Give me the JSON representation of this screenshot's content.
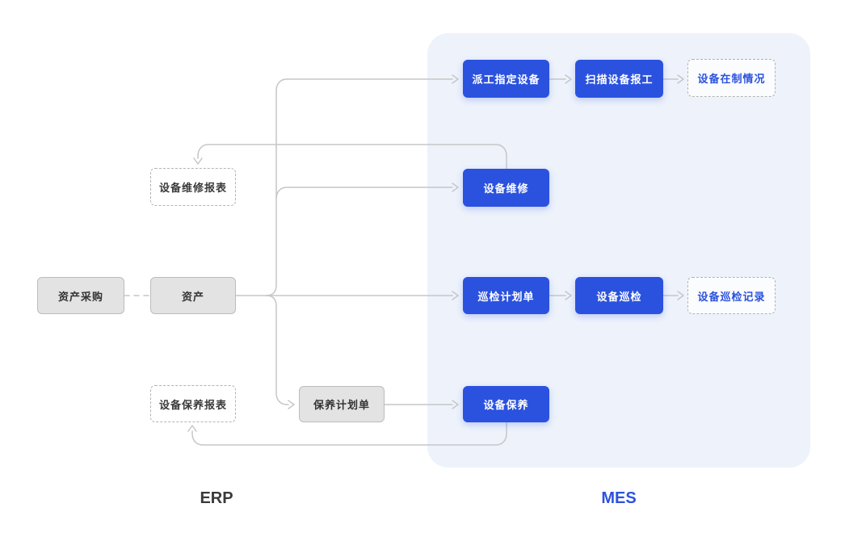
{
  "sections": {
    "erp_label": "ERP",
    "mes_label": "MES"
  },
  "nodes": {
    "asset_purchase": "资产采购",
    "asset": "资产",
    "maintenance_report": "设备维修报表",
    "upkeep_report": "设备保养报表",
    "upkeep_plan": "保养计划单",
    "dispatch_assign_equipment": "派工指定设备",
    "scan_equipment_report": "扫描设备报工",
    "equipment_wip_status": "设备在制情况",
    "equipment_repair": "设备维修",
    "inspection_plan": "巡检计划单",
    "equipment_inspection": "设备巡检",
    "inspection_record": "设备巡检记录",
    "equipment_upkeep": "设备保养"
  },
  "colors": {
    "accent_blue": "#2b52de",
    "mes_background": "#edf2fb",
    "gray_node_fill": "#e3e3e3",
    "connector_gray": "#c6c6c6",
    "page_background": "#ffffff"
  }
}
